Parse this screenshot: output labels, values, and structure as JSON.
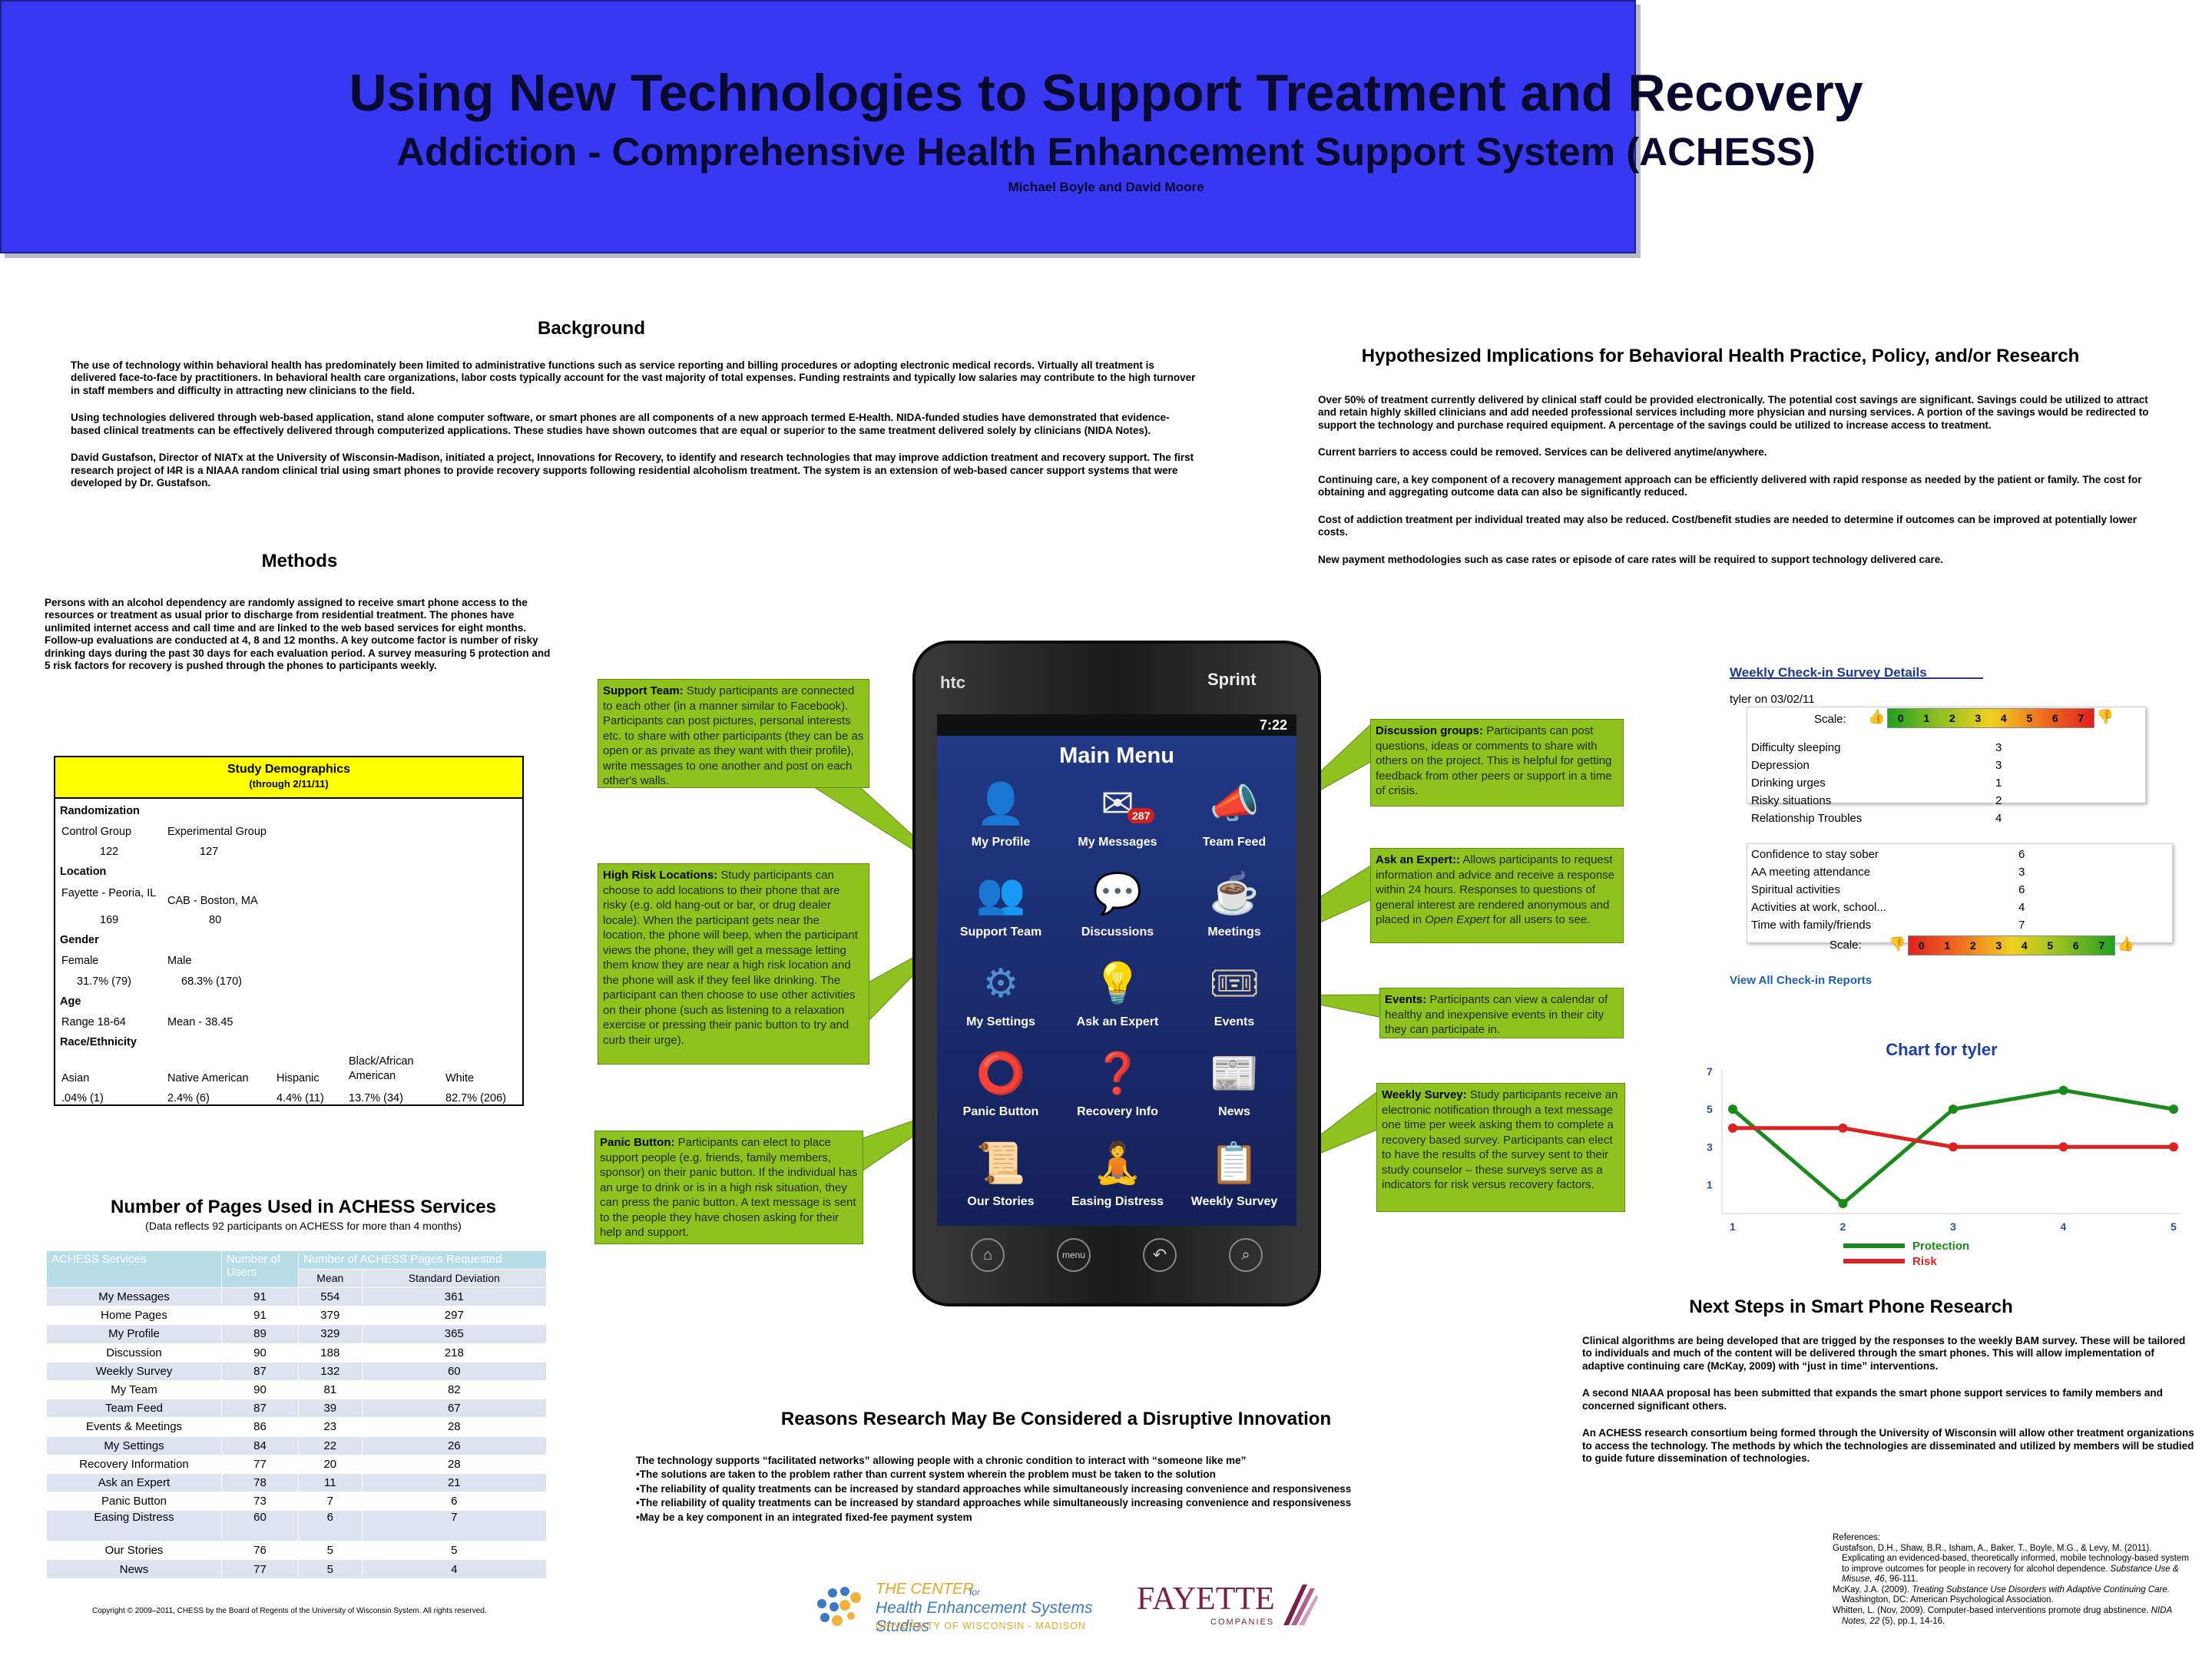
{
  "title": {
    "main": "Using New Technologies to Support Treatment and Recovery",
    "subtitle": "Addiction - Comprehensive Health Enhancement Support System (ACHESS)",
    "authors": "Michael Boyle and David Moore"
  },
  "background": {
    "heading": "Background",
    "p1": "The use of technology within behavioral health has predominately been limited to administrative functions such as service reporting and billing procedures or adopting electronic medical records. Virtually all treatment is delivered face-to-face by practitioners. In behavioral health care organizations, labor costs typically account for the vast majority of total expenses.  Funding restraints and typically low salaries may contribute to the high turnover in staff members and difficulty in attracting new clinicians to the field.",
    "p2": "Using technologies delivered through web-based application, stand alone computer software, or smart phones are all components of a new approach termed E-Health.  NIDA-funded studies have demonstrated that evidence-based clinical treatments can be effectively delivered through computerized applications. These studies have shown outcomes that are equal or superior to the same treatment delivered solely by clinicians (NIDA Notes).",
    "p3": "David Gustafson, Director of NIATx at the University of Wisconsin-Madison, initiated a project, Innovations for Recovery, to identify and research technologies that may improve addiction treatment and recovery support.  The first research project of I4R is a NIAAA random clinical trial using smart phones to provide recovery supports following residential alcoholism treatment.  The system is an extension of web-based cancer support systems that were developed by Dr. Gustafson."
  },
  "methods": {
    "heading": "Methods",
    "text": "Persons with an alcohol dependency are randomly assigned to receive smart phone access to the resources or treatment as usual prior to discharge from residential treatment.  The phones have unlimited internet access and call time and are linked to the web based services for eight months.   Follow-up evaluations are conducted at 4, 8 and 12 months.  A key outcome factor is number of risky drinking days during the past 30 days for each evaluation period.  A survey   measuring 5 protection and 5 risk factors for recovery is pushed through the phones to participants weekly."
  },
  "demographics": {
    "title": "Study Demographics",
    "subtitle": "(through 2/11/11)",
    "randomization": "Randomization",
    "control_label": "Control Group",
    "experimental_label": "Experimental Group",
    "control_n": "122",
    "experimental_n": "127",
    "location": "Location",
    "loc1_label": "Fayette - Peoria, IL",
    "loc2_label": "CAB - Boston, MA",
    "loc1_n": "169",
    "loc2_n": "80",
    "gender": "Gender",
    "female": "Female",
    "male": "Male",
    "female_val": "31.7%  (79)",
    "male_val": "68.3%  (170)",
    "age": "Age",
    "age_range": "Range 18-64",
    "age_mean": "Mean - 38.45",
    "race": "Race/Ethnicity",
    "asian": "Asian",
    "native": "Native American",
    "hispanic": "Hispanic",
    "black": "Black/African American",
    "white": "White",
    "asian_val": ".04%  (1)",
    "native_val": "2.4%  (6)",
    "hispanic_val": "4.4%  (11)",
    "black_val": "13.7%  (34)",
    "white_val": "82.7%  (206)"
  },
  "pages_table": {
    "heading": "Number of Pages Used in ACHESS Services",
    "note": "(Data reflects 92 participants on ACHESS for more than 4 months)",
    "col1": "ACHESS Services",
    "col2": "Number of Users",
    "col3": "Number of ACHESS Pages Requested",
    "col3a": "Mean",
    "col3b": "Standard Deviation",
    "rows": [
      [
        "My Messages",
        "91",
        "554",
        "361"
      ],
      [
        "Home Pages",
        "91",
        "379",
        "297"
      ],
      [
        "My Profile",
        "89",
        "329",
        "365"
      ],
      [
        "Discussion",
        "90",
        "188",
        "218"
      ],
      [
        "Weekly Survey",
        "87",
        "132",
        "60"
      ],
      [
        "My Team",
        "90",
        "81",
        "82"
      ],
      [
        "Team Feed",
        "87",
        "39",
        "67"
      ],
      [
        "Events & Meetings",
        "86",
        "23",
        "28"
      ],
      [
        "My Settings",
        "84",
        "22",
        "26"
      ],
      [
        "Recovery Information",
        "77",
        "20",
        "28"
      ],
      [
        "Ask an Expert",
        "78",
        "11",
        "21"
      ],
      [
        "Panic Button",
        "73",
        "7",
        "6"
      ],
      [
        "Easing Distress",
        "60",
        "6",
        "7"
      ],
      [
        "Our Stories",
        "76",
        "5",
        "5"
      ],
      [
        "News",
        "77",
        "5",
        "4"
      ]
    ],
    "copyright": "Copyright © 2009–2011, CHESS by the Board of Regents of the University of Wisconsin System. All rights reserved."
  },
  "implications": {
    "heading": "Hypothesized Implications for Behavioral Health Practice, Policy, and/or Research",
    "p1": "Over 50% of treatment currently delivered by clinical staff could be provided electronically.  The potential cost savings are significant.  Savings could be utilized to attract and retain highly skilled clinicians and add needed professional services including more physician and nursing services.  A portion of the savings would be redirected to support the technology and purchase required equipment.  A percentage of the savings could be utilized to increase access to treatment.",
    "p2": "Current barriers to access could be removed.  Services can be delivered anytime/anywhere.",
    "p3": "Continuing care, a key component of a recovery management approach can be efficiently delivered with rapid response as needed by the patient or family.   The cost for obtaining and aggregating outcome data can also be significantly reduced.",
    "p4": "Cost of addiction treatment per individual treated may also be reduced.  Cost/benefit studies are needed to determine if outcomes can be improved at potentially lower costs.",
    "p5": "New payment methodologies such as case rates or episode of care rates will be required to support technology delivered care."
  },
  "callouts": {
    "support_title": "Support Team:",
    "support_text": " Study participants are connected to each other (in a manner similar to Facebook).  Participants can post pictures, personal interests etc. to share with other participants (they can be as open or as private as they want with their profile), write messages to one another and post on each other's walls.",
    "highrisk_title": "High Risk Locations:",
    "highrisk_text": "  Study participants can choose to add locations to their phone that are risky (e.g. old hang-out or bar, or drug dealer locale).  When the participant gets near the location, the phone will beep, when the participant views the phone, they will get a message letting them know they are near a high risk location and the phone will ask if they feel like drinking.  The participant can then choose to use other activities on their phone (such as listening to a relaxation exercise or pressing their panic button to try and curb their urge).",
    "panic_title": "Panic Button:",
    "panic_text": " Participants can elect to place support people (e.g. friends, family members, sponsor) on their panic button.  If the individual has an urge to drink or is in a high risk situation, they can press the panic button.  A text message is sent to the people they have chosen asking for their help and support.",
    "discussion_title": "Discussion groups:",
    "discussion_text": " Participants can post questions, ideas or comments to share with others on the project.  This is helpful for getting feedback from other peers or support in a time of crisis.",
    "expert_title": "Ask an Expert::",
    "expert_text": " Allows participants to request information and advice and receive a response within 24 hours.  Responses to questions of general interest are rendered anonymous and placed in ",
    "expert_italic": "Open Expert",
    "expert_tail": " for all users to see.",
    "events_title": "Events:",
    "events_text": " Participants can view a calendar of healthy and inexpensive events in their city they can participate in.",
    "weekly_title": "Weekly Survey:",
    "weekly_text": " Study participants receive an electronic notification through a text message one time per week asking them to complete a recovery based survey.  Participants can elect to have the results of the survey sent to their study counselor – these surveys serve as a indicators for risk versus recovery factors."
  },
  "phone": {
    "brand": "htc",
    "carrier": "Sprint",
    "time": "7:22",
    "menu_title": "Main Menu",
    "badge": "287",
    "items": [
      "My Profile",
      "My Messages",
      "Team Feed",
      "Support Team",
      "Discussions",
      "Meetings",
      "My Settings",
      "Ask an Expert",
      "Events",
      "Panic Button",
      "Recovery Info",
      "News",
      "Our Stories",
      "Easing Distress",
      "Weekly Survey"
    ],
    "nav_menu": "menu",
    "colors": {
      "screen": "#1a2a6e",
      "menu_title": "#ffffff",
      "body": "#1c1c1c"
    }
  },
  "survey": {
    "title": "Weekly Check-in Survey Details",
    "user_date": "tyler on 03/02/11",
    "scale_label": "Scale:",
    "scale": [
      "0",
      "1",
      "2",
      "3",
      "4",
      "5",
      "6",
      "7"
    ],
    "risk_items": [
      [
        "Difficulty sleeping",
        "3"
      ],
      [
        "Depression",
        "3"
      ],
      [
        "Drinking urges",
        "1"
      ],
      [
        "Risky situations",
        "2"
      ],
      [
        "Relationship Troubles",
        "4"
      ]
    ],
    "protect_items": [
      [
        "Confidence to stay sober",
        "6"
      ],
      [
        "AA meeting attendance",
        "3"
      ],
      [
        "Spiritual activities",
        "6"
      ],
      [
        "Activities at work, school...",
        "4"
      ],
      [
        "Time with family/friends",
        "7"
      ]
    ],
    "link": "View All Check-in Reports"
  },
  "chart_data": {
    "type": "line",
    "title": "Chart for tyler",
    "x": [
      1,
      2,
      3,
      4,
      5
    ],
    "xticks": [
      "1",
      "2",
      "3",
      "4",
      "5"
    ],
    "yticks": [
      "1",
      "3",
      "5",
      "7"
    ],
    "ylim": [
      0,
      7.5
    ],
    "series": [
      {
        "name": "Protection",
        "color": "#1a8a1a",
        "values": [
          5,
          0,
          5,
          6,
          5
        ]
      },
      {
        "name": "Risk",
        "color": "#dd2222",
        "values": [
          4,
          4,
          3,
          3,
          3
        ]
      }
    ],
    "legend_position": "bottom"
  },
  "next_steps": {
    "heading": "Next Steps in Smart Phone Research",
    "p1": "Clinical algorithms are being developed that are trigged by the responses to the weekly BAM survey.  These will be tailored to individuals and much of the content will be delivered through the smart phones.  This will allow implementation of adaptive continuing care (McKay, 2009) with “just in time” interventions.",
    "p2": "A second NIAAA proposal has been submitted that expands the smart phone support services to family members and concerned significant others.",
    "p3": "An ACHESS research consortium being formed through the University of Wisconsin will allow other treatment organizations to access the technology.  The methods by which the technologies are disseminated and utilized by members will be studied to guide future dissemination of technologies."
  },
  "disruptive": {
    "heading": "Reasons Research May Be Considered a Disruptive Innovation",
    "lines": [
      "The technology supports “facilitated networks” allowing people with a chronic condition to interact with “someone like me”",
      "•The solutions are taken to the problem rather than current system wherein the problem must be taken to the solution",
      "•The reliability of quality treatments can be increased by standard approaches while simultaneously increasing convenience and responsiveness",
      "•The reliability of quality treatments can be increased by standard approaches while simultaneously increasing convenience and responsiveness",
      "•May be a key component in an integrated fixed-fee payment system"
    ]
  },
  "references": {
    "heading": "References:",
    "r1": "Gustafson, D.H., Shaw, B.R., Isham, A., Baker, T., Boyle, M.G., & Levy, M. (2011).  Explicating an evidenced-based, theoretically informed, mobile technology-based system to improve outcomes for people in recovery for alcohol dependence. ",
    "r1_i": "Substance Use & Misuse, 46",
    "r1_t": ", 96-111.",
    "r2": "McKay, J.A. (2009).  ",
    "r2_i": "Treating Substance Use Disorders with Adaptive Continuing Care.",
    "r2_t": " Washington, DC: American Psychological Association.",
    "r3": "Whitten, L.  (Nov, 2009).  Computer-based interventions promote drug abstinence. ",
    "r3_i": "NIDA Notes, 22",
    "r3_t": " (5), pp.1, 14-16."
  },
  "logos": {
    "center_line1": "THE CENTER",
    "center_for": "for",
    "center_line2": "Health Enhancement Systems Studies",
    "center_line3": "UNIVERSITY OF WISCONSIN - MADISON",
    "fayette": "FAYETTE",
    "fayette_sub": "COMPANIES"
  }
}
